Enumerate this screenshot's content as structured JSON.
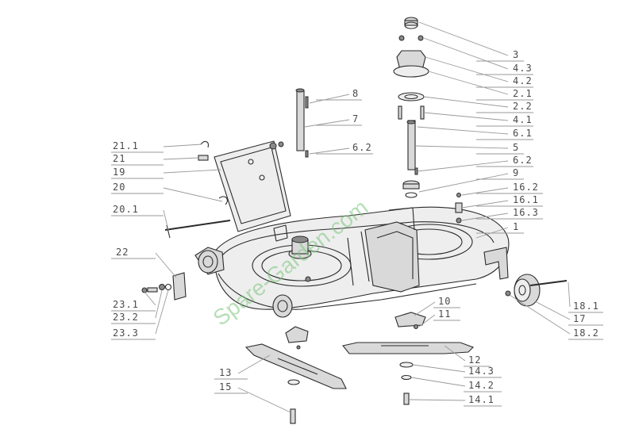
{
  "watermark": "Spare-Garden.com",
  "callouts": [
    {
      "id": "3",
      "text": "3"
    },
    {
      "id": "4.3",
      "text": "4.3"
    },
    {
      "id": "4.2",
      "text": "4.2"
    },
    {
      "id": "2.1",
      "text": "2.1"
    },
    {
      "id": "2.2",
      "text": "2.2"
    },
    {
      "id": "4.1",
      "text": "4.1"
    },
    {
      "id": "6.1",
      "text": "6.1"
    },
    {
      "id": "5",
      "text": "5"
    },
    {
      "id": "6.2b",
      "text": "6.2"
    },
    {
      "id": "9",
      "text": "9"
    },
    {
      "id": "16.2",
      "text": "16.2"
    },
    {
      "id": "16.1",
      "text": "16.1"
    },
    {
      "id": "16.3",
      "text": "16.3"
    },
    {
      "id": "1",
      "text": "1"
    },
    {
      "id": "8",
      "text": "8"
    },
    {
      "id": "7",
      "text": "7"
    },
    {
      "id": "6.2a",
      "text": "6.2"
    },
    {
      "id": "21.1",
      "text": "21.1"
    },
    {
      "id": "21",
      "text": "21"
    },
    {
      "id": "19",
      "text": "19"
    },
    {
      "id": "20",
      "text": "20"
    },
    {
      "id": "20.1",
      "text": "20.1"
    },
    {
      "id": "22",
      "text": "22"
    },
    {
      "id": "23.1",
      "text": "23.1"
    },
    {
      "id": "23.2",
      "text": "23.2"
    },
    {
      "id": "23.3",
      "text": "23.3"
    },
    {
      "id": "10",
      "text": "10"
    },
    {
      "id": "11",
      "text": "11"
    },
    {
      "id": "12",
      "text": "12"
    },
    {
      "id": "13",
      "text": "13"
    },
    {
      "id": "15",
      "text": "15"
    },
    {
      "id": "14.3",
      "text": "14.3"
    },
    {
      "id": "14.2",
      "text": "14.2"
    },
    {
      "id": "14.1",
      "text": "14.1"
    },
    {
      "id": "18.1",
      "text": "18.1"
    },
    {
      "id": "17",
      "text": "17"
    },
    {
      "id": "18.2",
      "text": "18.2"
    }
  ]
}
